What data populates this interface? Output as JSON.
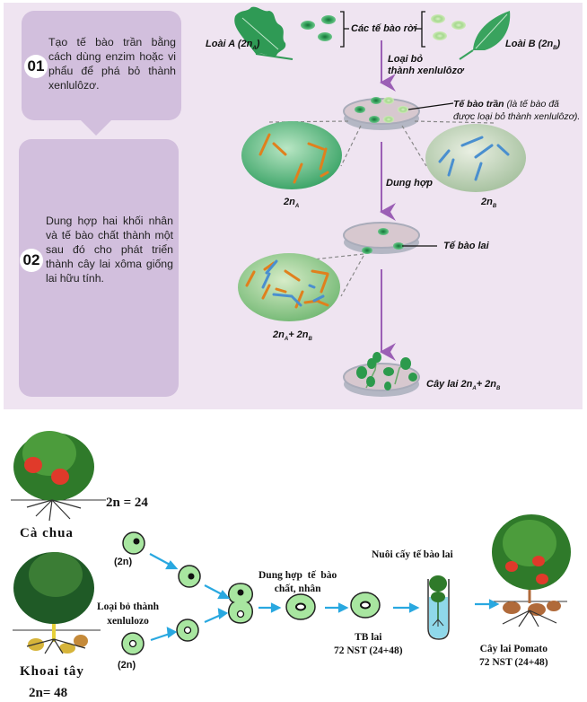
{
  "steps": [
    {
      "number": "01",
      "text": "Tạo tế bào trần bằng cách dùng enzim hoặc vi phẩu để phá bỏ thành xenlulôzơ."
    },
    {
      "number": "02",
      "text": "Dung hợp hai khối nhân và tế bào chất thành một sau đó cho phát triển thành cây lai xôma giống lai hữu tính."
    }
  ],
  "top_diagram": {
    "species_a": {
      "label": "Loài A (2n",
      "sub": "A",
      "close": ")"
    },
    "species_b": {
      "label": "Loài B (2n",
      "sub": "B",
      "close": ")"
    },
    "separate_cells": "Các tế bào rời",
    "remove_wall": [
      "Loại bỏ",
      "thành xenlulôzơ"
    ],
    "naked_cell": {
      "title": "Tế bào trần",
      "note": "(là tế bào đã",
      "note2": "được loại bỏ thành xenlulôzơ)."
    },
    "nucleus_a": {
      "text": "2n",
      "sub": "A"
    },
    "nucleus_b": {
      "text": "2n",
      "sub": "B"
    },
    "fusion": "Dung hợp",
    "hybrid_cell": "Tế bào lai",
    "hybrid_nucleus": {
      "a": "2n",
      "sub_a": "A",
      "plus": "+ 2n",
      "sub_b": "B"
    },
    "hybrid_plant": {
      "prefix": "Cây lai 2n",
      "sub_a": "A",
      "plus": "+ 2n",
      "sub_b": "B"
    }
  },
  "bottom_diagram": {
    "tomato": {
      "name": "Cà chua",
      "chromosomes": "2n = 24"
    },
    "potato": {
      "name": "Khoai tây",
      "chromosomes": "2n= 48"
    },
    "cell_top_label": "(2n)",
    "cell_bottom_label": "(2n)",
    "remove_wall": [
      "Loại bỏ thành",
      "xenlulozo"
    ],
    "fusion": [
      "Dung hợp  tế  bào",
      "chất, nhân"
    ],
    "hybrid_cell": [
      "TB lai",
      "72 NST (24+48)"
    ],
    "culture": "Nuôi cấy tế bào lai",
    "pomato": [
      "Cây lai Pomato",
      "72 NST (24+48)"
    ]
  },
  "colors": {
    "panel_bg": "#efe4f1",
    "card_bg": "#d2bfdd",
    "arrow_purple": "#9b5fb5",
    "arrow_blue": "#29a8e0",
    "cell_green": "#a8e6a0"
  }
}
